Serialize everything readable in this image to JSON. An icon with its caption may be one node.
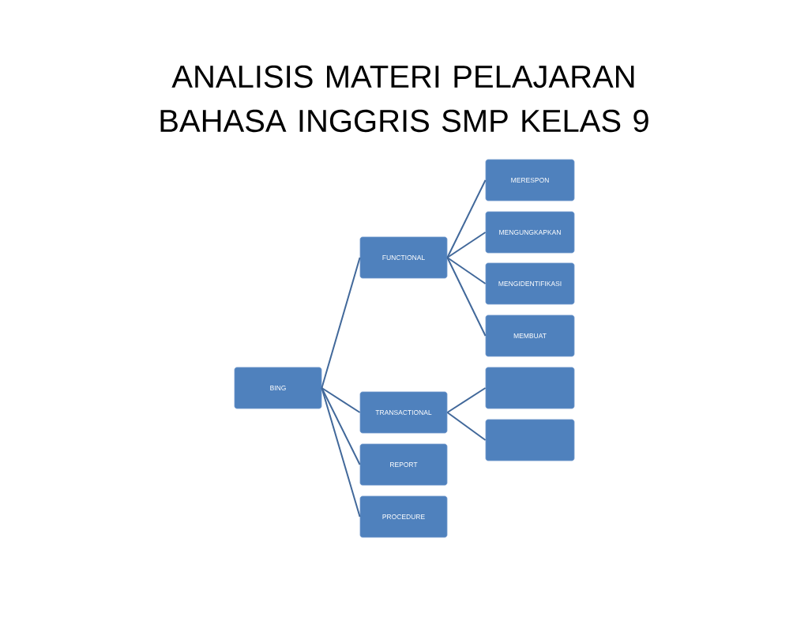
{
  "diagram": {
    "title": "ANALISIS MATERI PELAJARAN BAHASA INGGRIS SMP KELAS 9",
    "nodes": [
      {
        "text": [
          "BING"
        ]
      },
      {
        "text": [
          "FUNCTIONAL"
        ]
      },
      {
        "text": [
          "MERESPON"
        ]
      },
      {
        "text": [
          "MENGUNGKAPKAN"
        ]
      },
      {
        "text": [
          "MENGIDENTIFIKASI"
        ]
      },
      {
        "text": [
          "MEMBUAT"
        ]
      },
      {
        "text": [
          "TRANSACTIONAL"
        ]
      },
      {
        "text": [],
        "shape": "box"
      },
      {
        "text": [],
        "shape": "box"
      },
      {
        "text": [
          "REPORT"
        ]
      },
      {
        "text": [
          "PROCEDURE"
        ]
      }
    ],
    "edges": [
      {
        "from": 0,
        "to": 1,
        "arrow": "none"
      },
      {
        "from": 0,
        "to": 6,
        "arrow": "none"
      },
      {
        "from": 0,
        "to": 9,
        "arrow": "none"
      },
      {
        "from": 0,
        "to": 10,
        "arrow": "none"
      },
      {
        "from": 1,
        "to": 2,
        "arrow": "none"
      },
      {
        "from": 1,
        "to": 3,
        "arrow": "none"
      },
      {
        "from": 1,
        "to": 4,
        "arrow": "none"
      },
      {
        "from": 1,
        "to": 5,
        "arrow": "none"
      },
      {
        "from": 6,
        "to": 7,
        "arrow": "none"
      },
      {
        "from": 6,
        "to": 8,
        "arrow": "none"
      }
    ]
  }
}
